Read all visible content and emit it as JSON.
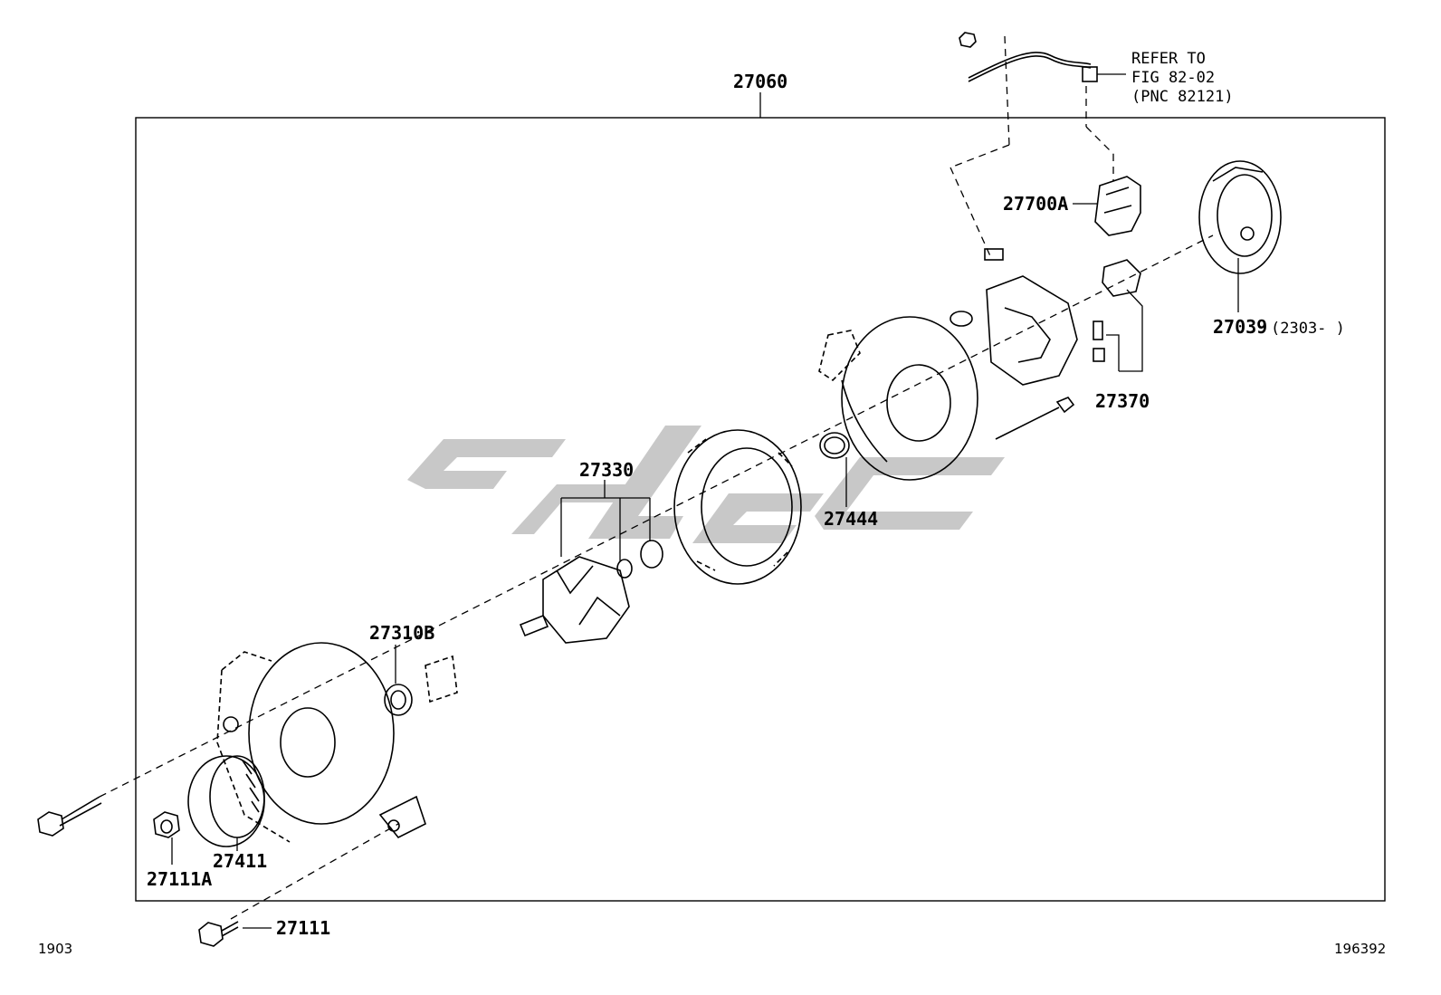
{
  "diagram": {
    "assembly_label": "27060",
    "reference_note": [
      "REFER TO",
      "FIG 82-02",
      "(PNC 82121)"
    ],
    "labels": {
      "regulator": "27700A",
      "rear_cover": "27039",
      "rear_cover_note": "(2303-      )",
      "brush_holder": "27370",
      "rotor": "27330",
      "rear_bearing_ring": "27444",
      "front_bearing": "27310B",
      "pulley": "27411",
      "pulley_nut": "27111A",
      "through_bolt": "27111"
    },
    "corner_left": "1903",
    "corner_right": "196392"
  }
}
